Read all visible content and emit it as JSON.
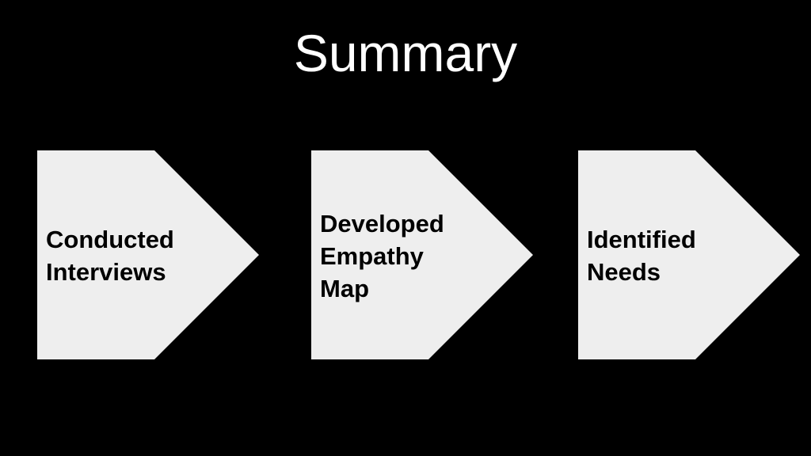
{
  "slide": {
    "title": "Summary"
  },
  "flow": {
    "shape_fill": "#eeeeee",
    "steps": [
      {
        "label": "Conducted\nInterviews"
      },
      {
        "label": "Developed\nEmpathy\nMap"
      },
      {
        "label": "Identified\nNeeds"
      }
    ]
  }
}
